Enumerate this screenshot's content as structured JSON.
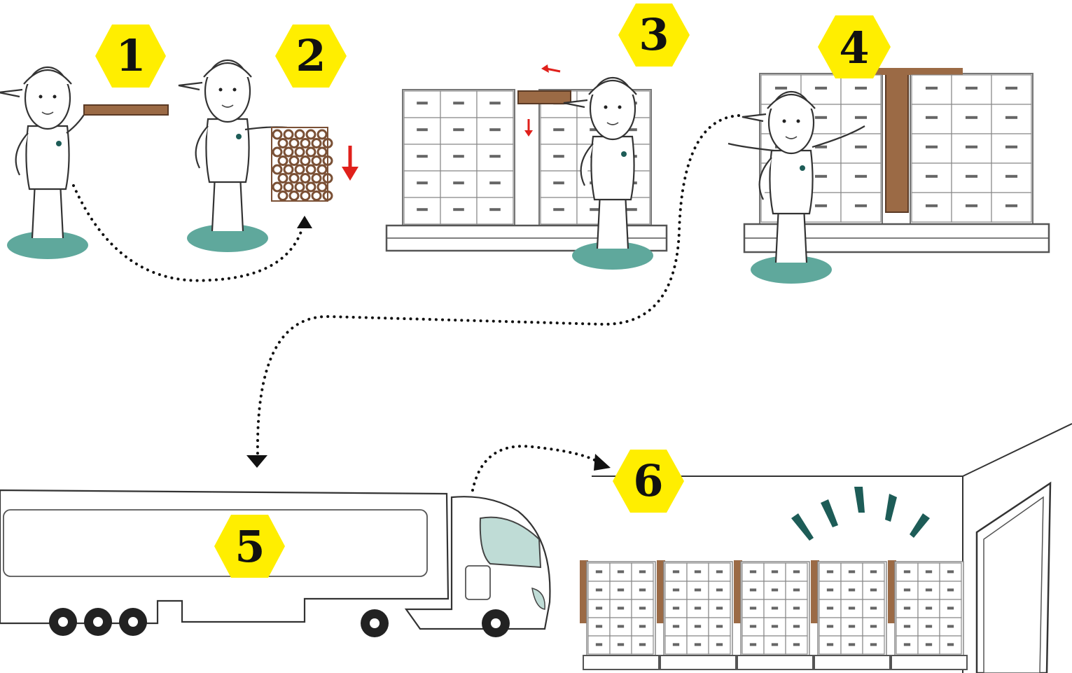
{
  "steps": [
    {
      "number": "1"
    },
    {
      "number": "2"
    },
    {
      "number": "3"
    },
    {
      "number": "4"
    },
    {
      "number": "5"
    },
    {
      "number": "6"
    }
  ],
  "colors": {
    "badge": "#ffee00",
    "teal_shadow": "#5fa89c",
    "pallet_wood": "#9b6a45",
    "honeycomb": "#7a5035",
    "arrow_red": "#e0201b",
    "truck_glass": "#bfdcd6",
    "burst": "#1d5c57"
  },
  "icons": [
    "worker-icon",
    "honeycomb-pad-icon",
    "pallet-stack-icon",
    "truck-icon",
    "warehouse-icon",
    "dotted-arrow-icon",
    "down-arrow-icon"
  ]
}
